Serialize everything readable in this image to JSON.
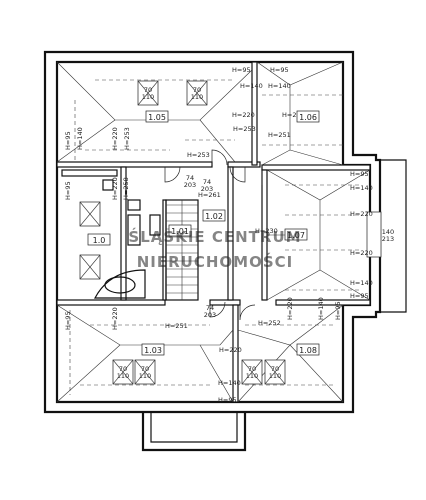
{
  "rooms": [
    {
      "number": "1.05"
    },
    {
      "number": "1.06"
    },
    {
      "number": "1.0"
    },
    {
      "number": "1.01"
    },
    {
      "number": "1.02"
    },
    {
      "number": "1.07"
    },
    {
      "number": "1.03"
    },
    {
      "number": "1.08"
    }
  ],
  "height_labels": [
    "H=95",
    "H=95",
    "H=140",
    "H=140",
    "H=220",
    "H=220",
    "H=253",
    "H=251",
    "H=95",
    "H=140",
    "H=220",
    "H=253",
    "H=253",
    "H=95",
    "H=220",
    "H=258",
    "H=261",
    "H=230",
    "H=95",
    "H=140",
    "H=220",
    "H=220",
    "H=140",
    "H=95",
    "H=95",
    "H=220",
    "H=251",
    "H=220",
    "H=140",
    "H=95",
    "H=252",
    "H=220",
    "H=140",
    "H=95"
  ],
  "window_labels": [
    "70\n110",
    "70\n110",
    "70\n110",
    "70\n110",
    "70\n110",
    "70\n110"
  ],
  "door_labels": [
    "74\n203",
    "74\n203",
    "74\n203",
    "140\n213"
  ],
  "watermark": [
    "ŚLĄSKIE CENTRUM",
    "NIERUCHOMOŚCI"
  ]
}
